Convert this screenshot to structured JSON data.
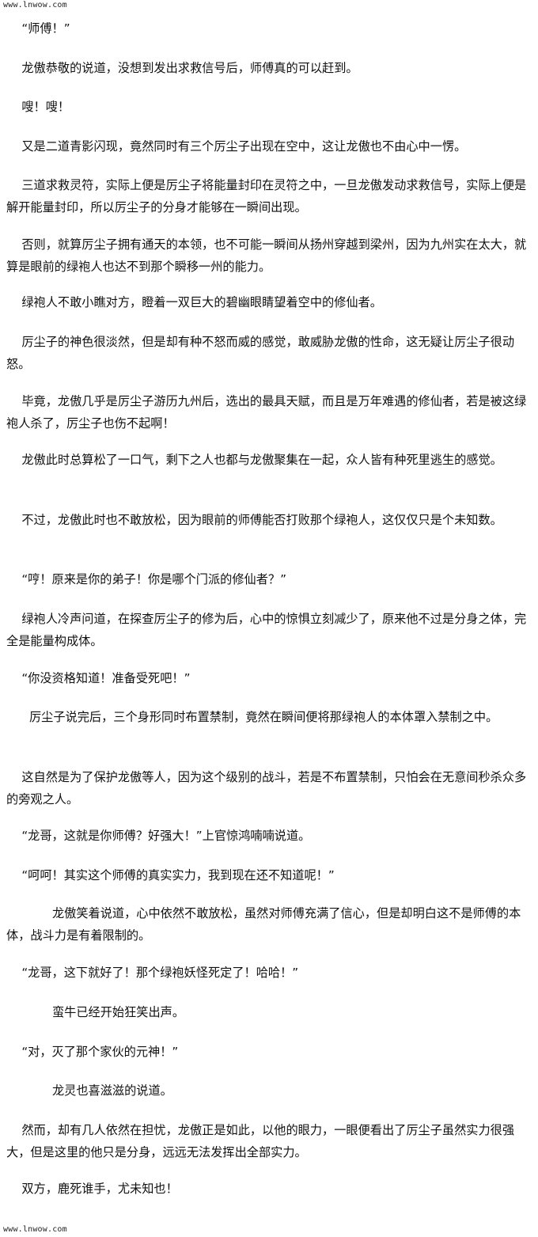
{
  "watermark": {
    "top": "www.lnwow.com",
    "bottom": "www.lnwow.com"
  },
  "paragraphs": [
    "    “师傅！”",
    "    龙傲恭敬的说道，没想到发出求救信号后，师傅真的可以赶到。",
    "    嗖！嗖！",
    "    又是二道青影闪现，竟然同时有三个厉尘子出现在空中，这让龙傲也不由心中一愣。",
    "    三道求救灵符，实际上便是厉尘子将能量封印在灵符之中，一旦龙傲发动求救信号，实际上便是解开能量封印，所以厉尘子的分身才能够在一瞬间出现。",
    "    否则，就算厉尘子拥有通天的本领，也不可能一瞬间从扬州穿越到梁州，因为九州实在太大，就算是眼前的绿袍人也达不到那个瞬移一州的能力。",
    "    绿袍人不敢小瞧对方，瞪着一双巨大的碧幽眼睛望着空中的修仙者。",
    "    厉尘子的神色很淡然，但是却有种不怒而威的感觉，敢威胁龙傲的性命，这无疑让厉尘子很动怒。",
    "    毕竟，龙傲几乎是厉尘子游历九州后，选出的最具天赋，而且是万年难遇的修仙者，若是被这绿袍人杀了，厉尘子也伤不起啊！",
    "    龙傲此时总算松了一口气，剩下之人也都与龙傲聚集在一起，众人皆有种死里逃生的感觉。",
    "    不过，龙傲此时也不敢放松，因为眼前的师傅能否打败那个绿袍人，这仅仅只是个未知数。",
    "    “哼！原来是你的弟子！你是哪个门派的修仙者？”",
    "    绿袍人冷声问道，在探查厉尘子的修为后，心中的惊惧立刻减少了，原来他不过是分身之体，完全是能量构成体。",
    "    “你没资格知道！准备受死吧！”",
    "      厉尘子说完后，三个身形同时布置禁制，竟然在瞬间便将那绿袍人的本体罩入禁制之中。",
    "    这自然是为了保护龙傲等人，因为这个级别的战斗，若是不布置禁制，只怕会在无意间秒杀众多的旁观之人。",
    "    “龙哥，这就是你师傅？好强大！”上官惊鸿喃喃说道。",
    "    “呵呵！其实这个师傅的真实实力，我到现在还不知道呢！”",
    "            龙傲笑着说道，心中依然不敢放松，虽然对师傅充满了信心，但是却明白这不是师傅的本体，战斗力是有着限制的。",
    "    “龙哥，这下就好了！那个绿袍妖怪死定了！哈哈！”",
    "            蛮牛已经开始狂笑出声。",
    "    “对，灭了那个家伙的元神！”",
    "            龙灵也喜滋滋的说道。",
    "    然而，却有几人依然在担忧，龙傲正是如此，以他的眼力，一眼便看出了厉尘子虽然实力很强大，但是这里的他只是分身，远远无法发挥出全部实力。",
    "    双方，鹿死谁手，尤未知也！"
  ]
}
